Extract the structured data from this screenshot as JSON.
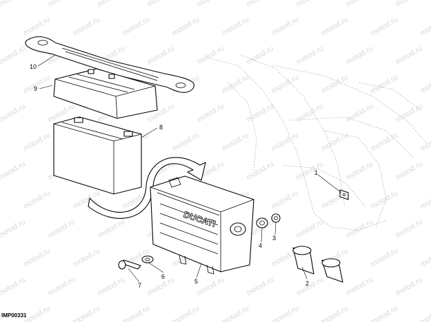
{
  "diagram": {
    "watermark_text": "motod.ru",
    "image_code": "IMP00331",
    "callouts": [
      {
        "id": "10",
        "label": "10"
      },
      {
        "id": "9",
        "label": "9"
      },
      {
        "id": "8",
        "label": "8"
      },
      {
        "id": "1",
        "label": "1"
      },
      {
        "id": "4",
        "label": "4"
      },
      {
        "id": "3",
        "label": "3"
      },
      {
        "id": "6",
        "label": "6"
      },
      {
        "id": "7",
        "label": "7"
      },
      {
        "id": "5",
        "label": "5"
      },
      {
        "id": "2",
        "label": "2"
      }
    ],
    "case_lettering": "DUCATI"
  }
}
